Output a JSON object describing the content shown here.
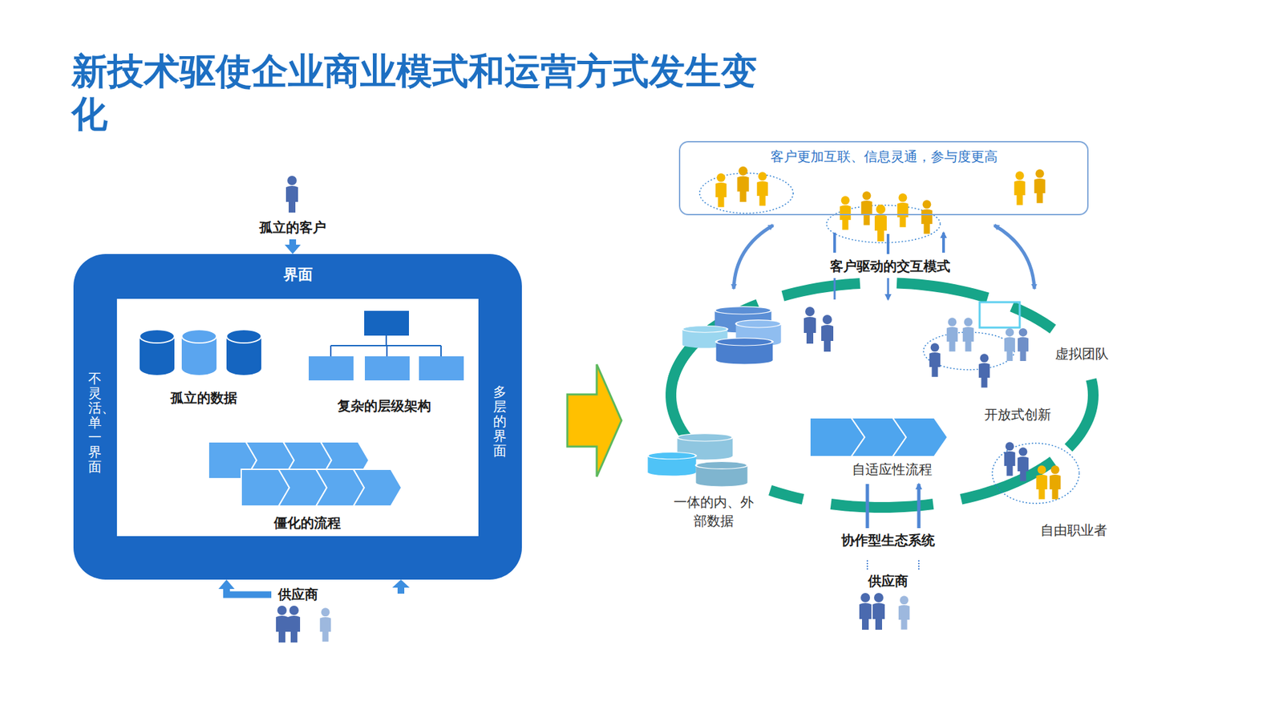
{
  "diagram": {
    "title": "新技术驱使企业商业模式和运营方式发生变化",
    "nodes": [
      {
        "text": [
          "孤立的客户"
        ]
      },
      {
        "text": [
          "界面"
        ]
      },
      {
        "text": [
          "孤立的数据"
        ],
        "in": 1
      },
      {
        "text": [
          "复杂的层级架构"
        ],
        "in": 1
      },
      {
        "text": [
          "僵化的流程"
        ],
        "in": 1
      },
      {
        "text": [
          "供应商"
        ]
      },
      {
        "text": [
          "客户更加互联、信息灵通，参与度更高"
        ]
      }
    ],
    "edges": [
      {
        "from": 0,
        "to": 1,
        "arrow": "to"
      },
      {
        "from": 5,
        "to": 1,
        "arrow": "to"
      }
    ],
    "labels": [
      "不灵活、单一界面",
      "多层的界面",
      "客户驱动的交互模式",
      "虚拟团队",
      "开放式创新",
      "自适应性流程",
      "一体的内、外部数据",
      "协作型生态系统",
      "供应商",
      "自由职业者"
    ]
  }
}
